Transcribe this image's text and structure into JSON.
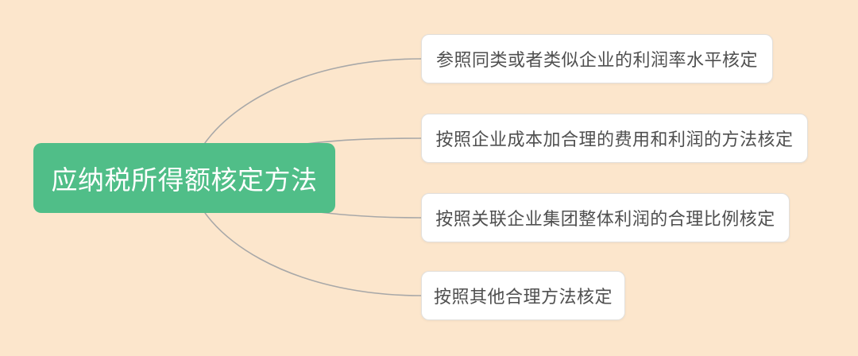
{
  "mindmap": {
    "root": {
      "label": "应纳税所得额核定方法"
    },
    "children": [
      {
        "label": "参照同类或者类似企业的利润率水平核定"
      },
      {
        "label": "按照企业成本加合理的费用和利润的方法核定"
      },
      {
        "label": "按照关联企业集团整体利润的合理比例核定"
      },
      {
        "label": "按照其他合理方法核定"
      }
    ]
  },
  "colors": {
    "background": "#FCE6CC",
    "root_fill": "#50BE88",
    "root_text": "#FFFFFF",
    "child_fill": "#FFFFFF",
    "child_border": "#E2E0DD",
    "child_text": "#4F4F4F",
    "connector": "#A8A8A8"
  }
}
